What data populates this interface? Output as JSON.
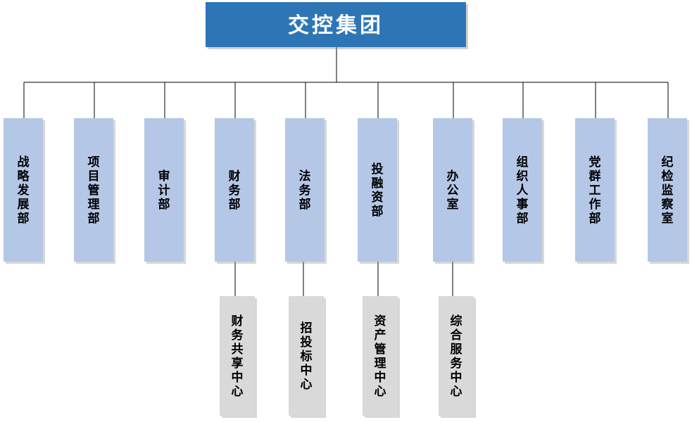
{
  "root": {
    "label": "交控集团",
    "fill": "#2E75B6",
    "text_color": "#FFFFFF"
  },
  "departments": [
    {
      "id": "strategy",
      "label": "战略发展部"
    },
    {
      "id": "project-mgmt",
      "label": "项目管理部"
    },
    {
      "id": "audit",
      "label": "审计部"
    },
    {
      "id": "finance",
      "label": "财务部"
    },
    {
      "id": "legal",
      "label": "法务部"
    },
    {
      "id": "investment",
      "label": "投融资部"
    },
    {
      "id": "office",
      "label": "办公室"
    },
    {
      "id": "hr",
      "label": "组织人事部"
    },
    {
      "id": "party",
      "label": "党群工作部"
    },
    {
      "id": "discipline",
      "label": "纪检监察室"
    }
  ],
  "centers": [
    {
      "id": "finance-shared",
      "parent": "finance",
      "label": "财务共享中心"
    },
    {
      "id": "bidding",
      "parent": "legal",
      "label": "招投标中心"
    },
    {
      "id": "asset-mgmt",
      "parent": "investment",
      "label": "资产管理中心"
    },
    {
      "id": "general-services",
      "parent": "office",
      "label": "综合服务中心"
    }
  ],
  "colors": {
    "department_fill": "#B4C7E7",
    "center_fill": "#D9D9D9",
    "connector": "#000000",
    "shadow": "#9A9A9A"
  }
}
